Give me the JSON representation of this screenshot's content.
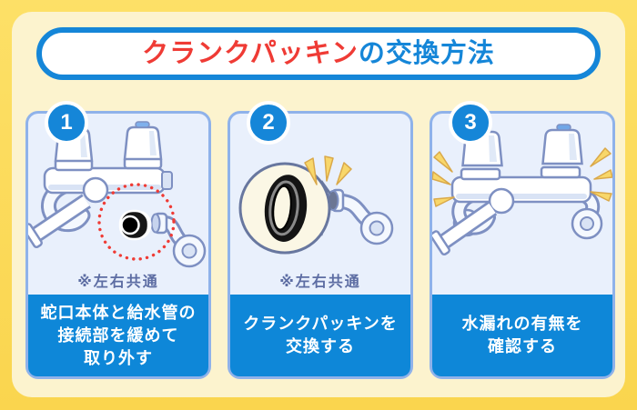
{
  "title": {
    "highlight": "クランクパッキン",
    "rest": "の交換方法"
  },
  "steps": [
    {
      "number": "1",
      "note": "※左右共通",
      "caption": "蛇口本体と給水管の\n接続部を緩めて\n取り外す",
      "illustration": "two-handle faucet with supply pipe joint loosened, packing visible in red dotted circle"
    },
    {
      "number": "2",
      "note": "※左右共通",
      "caption": "クランクパッキンを\n交換する",
      "illustration": "magnified crank packing ring in front of crank pipe opening"
    },
    {
      "number": "3",
      "note": "",
      "caption": "水漏れの有無を\n確認する",
      "illustration": "reassembled two-handle faucet with emphasis sparks on both sides"
    }
  ],
  "colors": {
    "outer_background": "#FBDB58",
    "panel_background": "#FCF3CE",
    "accent_blue": "#1586D8",
    "accent_red": "#EF3B35",
    "caption_background": "#0E87D8",
    "card_background": "#E9F0FC",
    "card_border": "#8FB2EA",
    "note_text": "#5D6DA3",
    "sparkle_yellow": "#F8D76A",
    "illustration_outline": "#7E90C2"
  }
}
